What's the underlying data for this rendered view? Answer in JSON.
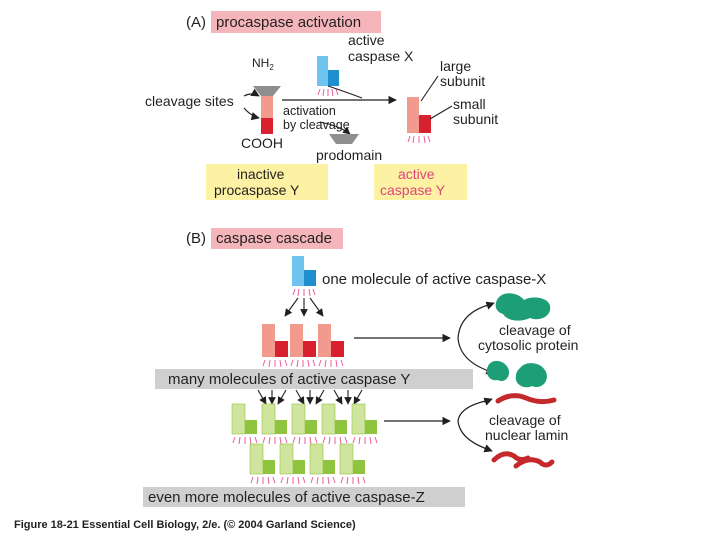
{
  "panel_a": {
    "letter": "(A)",
    "title": "procaspase activation",
    "caspase_x_label": [
      "active",
      "caspase X"
    ],
    "nh2": "NH",
    "nh2_sub": "2",
    "cooh": "COOH",
    "cleavage_sites": "cleavage sites",
    "activation_label": [
      "activation",
      "by cleavage"
    ],
    "prodomain": "prodomain",
    "large_subunit": [
      "large",
      "subunit"
    ],
    "small_subunit": [
      "small",
      "subunit"
    ],
    "inactive_label": [
      "inactive",
      "procaspase Y"
    ],
    "active_label": [
      "active",
      "caspase Y"
    ]
  },
  "panel_b": {
    "letter": "(B)",
    "title": "caspase cascade",
    "one_molecule": "one molecule of active caspase-X",
    "many_molecules": "many molecules of active caspase Y",
    "even_more": "even more molecules of active caspase-Z",
    "cytosolic_label": [
      "cleavage of",
      "cytosolic protein"
    ],
    "lamin_label": [
      "cleavage of",
      "nuclear lamin"
    ]
  },
  "caption": "Figure 18-21  Essential Cell Biology, 2/e. (© 2004 Garland Science)",
  "colors": {
    "title_bg": "#f4b6bb",
    "yellow_bg": "#fdf1a3",
    "gray_bg": "#cfcfcf",
    "active_text": "#e0457b",
    "caspase_x": "#6ec4ee",
    "caspase_x_dark": "#1f8fcf",
    "caspase_y": "#f29a8e",
    "caspase_y_dark": "#d9202e",
    "caspase_z": "#cfe49c",
    "caspase_z_dark": "#8fc43f",
    "cytosolic": "#1e9e76",
    "lamin": "#c42a2c",
    "prodomain": "#8e8e8e",
    "rays": "#e85f9a"
  }
}
